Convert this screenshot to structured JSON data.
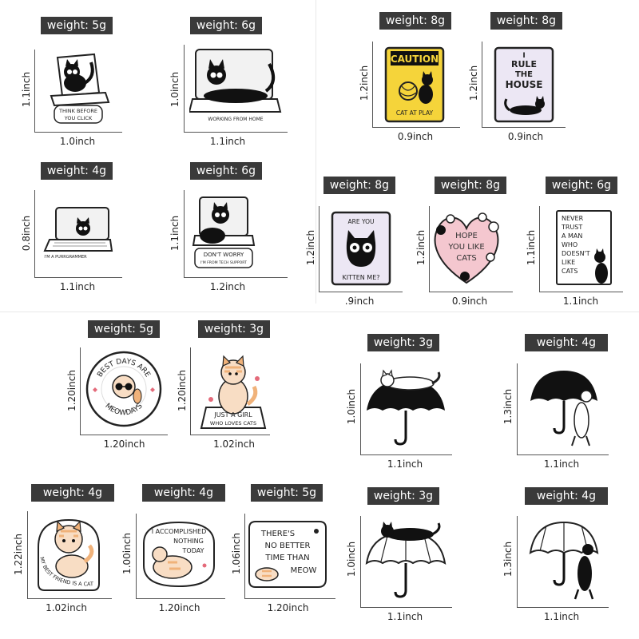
{
  "pins": [
    {
      "id": "p1",
      "weight": "weight: 5g",
      "width": "1.0inch",
      "height": "1.1inch",
      "texts": [
        "THINK BEFORE",
        "YOU CLICK"
      ]
    },
    {
      "id": "p2",
      "weight": "weight: 6g",
      "width": "1.1inch",
      "height": "1.0inch",
      "texts": [
        "WORKING FROM HOME"
      ]
    },
    {
      "id": "p3",
      "weight": "weight: 8g",
      "width": "0.9inch",
      "height": "1.2inch",
      "texts": [
        "CAUTION",
        "CAT AT PLAY"
      ]
    },
    {
      "id": "p4",
      "weight": "weight: 8g",
      "width": "0.9inch",
      "height": "1.2inch",
      "texts": [
        "I",
        "RULE",
        "THE",
        "HOUSE"
      ]
    },
    {
      "id": "p5",
      "weight": "weight: 4g",
      "width": "1.1inch",
      "height": "0.8inch",
      "texts": [
        "I'M A PURRGRAMMER"
      ]
    },
    {
      "id": "p6",
      "weight": "weight: 6g",
      "width": "1.2inch",
      "height": "1.1inch",
      "texts": [
        "DON'T WORRY",
        "I'M FROM TECH SUPPORT"
      ]
    },
    {
      "id": "p7",
      "weight": "weight: 8g",
      "width": ".9inch",
      "height": "1.2inch",
      "texts": [
        "ARE YOU",
        "KITTEN ME?"
      ]
    },
    {
      "id": "p8",
      "weight": "weight: 8g",
      "width": "0.9inch",
      "height": "1.2inch",
      "texts": [
        "HOPE",
        "YOU LIKE",
        "CATS"
      ]
    },
    {
      "id": "p9",
      "weight": "weight: 6g",
      "width": "1.1inch",
      "height": "1.1inch",
      "texts": [
        "NEVER",
        "TRUST",
        "A MAN",
        "WHO",
        "DOESN'T",
        "LIKE",
        "CATS"
      ]
    },
    {
      "id": "p10",
      "weight": "weight: 5g",
      "width": "1.20inch",
      "height": "1.20inch",
      "texts": [
        "BEST DAYS ARE",
        "MEOWDAYS"
      ]
    },
    {
      "id": "p11",
      "weight": "weight: 3g",
      "width": "1.02inch",
      "height": "1.20inch",
      "texts": [
        "JUST A GIRL",
        "WHO LOVES CATS"
      ]
    },
    {
      "id": "p12",
      "weight": "weight: 3g",
      "width": "1.1inch",
      "height": "1.0inch",
      "texts": []
    },
    {
      "id": "p13",
      "weight": "weight: 4g",
      "width": "1.1inch",
      "height": "1.3inch",
      "texts": []
    },
    {
      "id": "p14",
      "weight": "weight: 4g",
      "width": "1.02inch",
      "height": "1.22inch",
      "texts": [
        "MY BEST FRIEND IS A CAT"
      ]
    },
    {
      "id": "p15",
      "weight": "weight: 4g",
      "width": "1.20inch",
      "height": "1.00inch",
      "texts": [
        "I ACCOMPLISHED",
        "NOTHING",
        "TODAY"
      ]
    },
    {
      "id": "p16",
      "weight": "weight: 5g",
      "width": "1.20inch",
      "height": "1.06inch",
      "texts": [
        "THERE'S",
        "NO BETTER",
        "TIME THAN",
        "MEOW"
      ]
    },
    {
      "id": "p17",
      "weight": "weight: 3g",
      "width": "1.1inch",
      "height": "1.0inch",
      "texts": []
    },
    {
      "id": "p18",
      "weight": "weight: 4g",
      "width": "1.1inch",
      "height": "1.3inch",
      "texts": []
    }
  ],
  "colors": {
    "badge_bg": "#3a3a3a",
    "badge_text": "#ffffff",
    "caution_yellow": "#f5d43a",
    "cat_black": "#111111",
    "cat_orange": "#f0b27a",
    "heart_pink": "#f4c7cf",
    "lavender": "#ece7f4"
  }
}
